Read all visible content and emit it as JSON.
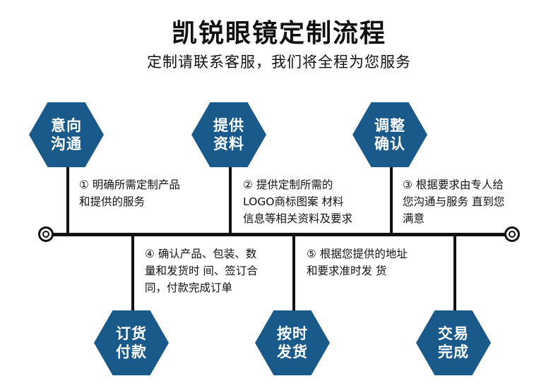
{
  "header": {
    "title": "凯锐眼镜定制流程",
    "subtitle": "定制请联系客服，我们将全程为您服务"
  },
  "colors": {
    "hex_fill": "#1a5a8a",
    "line": "#111111",
    "text": "#111111",
    "hex_text": "#ffffff",
    "background": "#ffffff"
  },
  "steps": [
    {
      "node_label": "意向\n沟通",
      "description": "① 明确所需定制产品\n和提供的服务",
      "position": "above"
    },
    {
      "node_label": "提供\n资料",
      "description": "② 提供定制所需的\nLOGO商标图案 材料\n信息等相关资料及要求",
      "position": "above"
    },
    {
      "node_label": "调整\n确认",
      "description": "③ 根据要求由专人给\n您沟通与服务 直到您\n满意",
      "position": "above"
    },
    {
      "node_label": "订货\n付款",
      "description": "④ 确认产品、包装、数\n量和发货时 间、签订合\n同，付款完成订单",
      "position": "below"
    },
    {
      "node_label": "按时\n发货",
      "description": "⑤ 根据您提供的地址\n和要求准时发 货",
      "position": "below"
    },
    {
      "node_label": "交易\n完成",
      "description": "",
      "position": "below"
    }
  ]
}
